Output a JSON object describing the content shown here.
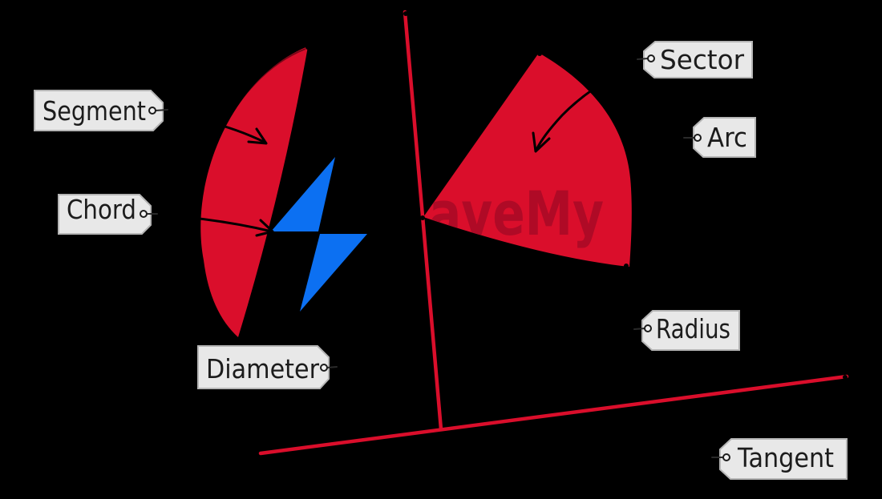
{
  "diagram": {
    "labels": {
      "segment": "Segment",
      "chord": "Chord",
      "diameter": "Diameter",
      "sector": "Sector",
      "arc": "Arc",
      "radius": "Radius",
      "tangent": "Tangent"
    },
    "watermark": {
      "text": "aveMy"
    }
  },
  "colors": {
    "bg": "#000000",
    "red": "#da0e2b",
    "watermark-red": "#af0a26",
    "blue": "#0c70f2",
    "tag-bg": "#e8e8e8",
    "tag-border": "#b5b5b5",
    "ink": "#1c1c1c"
  }
}
